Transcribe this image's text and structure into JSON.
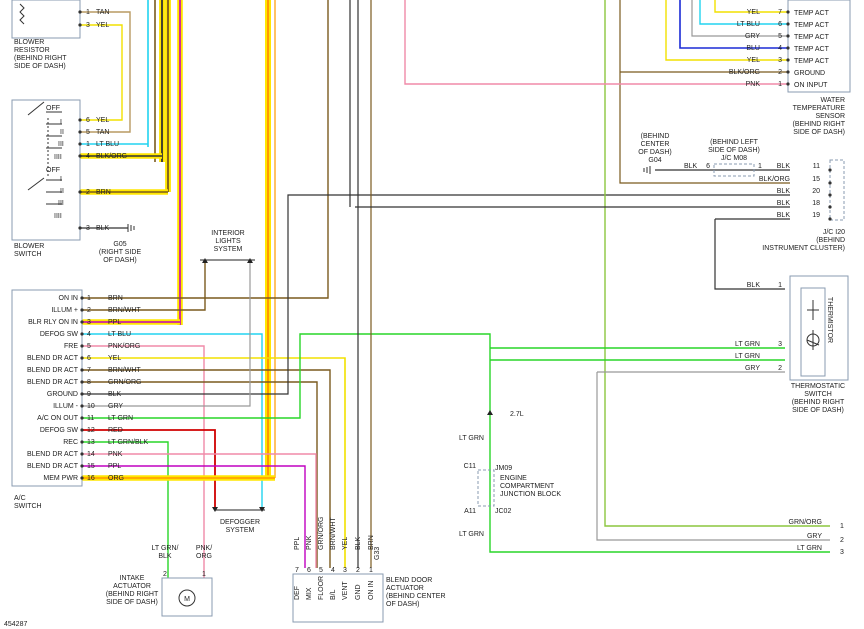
{
  "components": {
    "blower_resistor": [
      "BLOWER",
      "RESISTOR",
      "(BEHIND RIGHT",
      "SIDE OF DASH)"
    ],
    "blower_switch": [
      "BLOWER",
      "SWITCH"
    ],
    "ground_g05": [
      "G05",
      "(RIGHT SIDE",
      "OF DASH)"
    ],
    "interior_lights": [
      "INTERIOR",
      "LIGHTS",
      "SYSTEM"
    ],
    "ac_switch": [
      "A/C",
      "SWITCH"
    ],
    "defogger": [
      "DEFOGGER",
      "SYSTEM"
    ],
    "intake_actuator": [
      "INTAKE",
      "ACTUATOR",
      "(BEHIND RIGHT",
      "SIDE OF DASH)"
    ],
    "blend_door": [
      "BLEND DOOR",
      "ACTUATOR",
      "(BEHIND CENTER",
      "OF DASH)"
    ],
    "water_temp": [
      "WATER",
      "TEMPERATURE",
      "SENSOR",
      "(BEHIND RIGHT",
      "SIDE OF DASH)"
    ],
    "g04": [
      "(BEHIND",
      "CENTER",
      "OF DASH)",
      "G04"
    ],
    "jc_m08": [
      "(BEHIND LEFT",
      "SIDE OF DASH)",
      "J/C M08"
    ],
    "jc_i20": [
      "J/C I20",
      "(BEHIND",
      "INSTRUMENT CLUSTER)"
    ],
    "thermostatic": [
      "THERMOSTATIC",
      "SWITCH",
      "(BEHIND RIGHT",
      "SIDE OF DASH)"
    ],
    "thermistor": "THERMISTOR",
    "junction_block": [
      "ENGINE",
      "COMPARTMENT",
      "JUNCTION BLOCK"
    ],
    "jm09": "JM09",
    "jc02": "JC02",
    "c11": "C11",
    "a11": "A11",
    "len_27": "2.7L",
    "lt_grn_a": "LT GRN",
    "lt_grn_b": "LT GRN",
    "ref": "454287"
  },
  "blower_resistor_pins": [
    {
      "num": "1",
      "wire": "TAN"
    },
    {
      "num": "3",
      "wire": "YEL"
    }
  ],
  "blower_switch_pins": [
    {
      "num": "6",
      "wire": "YEL"
    },
    {
      "num": "5",
      "wire": "TAN"
    },
    {
      "num": "1",
      "wire": "LT BLU"
    },
    {
      "num": "4",
      "wire": "BLK/ORG"
    },
    {
      "num": "2",
      "wire": "BRN"
    },
    {
      "num": "3",
      "wire": "BLK"
    }
  ],
  "blower_switch_marks": {
    "off": "OFF",
    "i": "I",
    "ii": "II",
    "iii": "III",
    "iiii": "IIII"
  },
  "ac_pins": [
    {
      "name": "ON IN",
      "num": "1",
      "wire": "BRN"
    },
    {
      "name": "ILLUM +",
      "num": "2",
      "wire": "BRN/WHT"
    },
    {
      "name": "BLR RLY ON IN",
      "num": "3",
      "wire": "PPL"
    },
    {
      "name": "DEFOG SW",
      "num": "4",
      "wire": "LT BLU"
    },
    {
      "name": "FRE",
      "num": "5",
      "wire": "PNK/ORG"
    },
    {
      "name": "BLEND DR ACT",
      "num": "6",
      "wire": "YEL"
    },
    {
      "name": "BLEND DR ACT",
      "num": "7",
      "wire": "BRN/WHT"
    },
    {
      "name": "BLEND DR ACT",
      "num": "8",
      "wire": "GRN/ORG"
    },
    {
      "name": "GROUND",
      "num": "9",
      "wire": "BLK"
    },
    {
      "name": "ILLUM -",
      "num": "10",
      "wire": "GRY"
    },
    {
      "name": "A/C ON OUT",
      "num": "11",
      "wire": "LT GRN"
    },
    {
      "name": "DEFOG SW",
      "num": "12",
      "wire": "RED"
    },
    {
      "name": "REC",
      "num": "13",
      "wire": "LT GRN/BLK"
    },
    {
      "name": "BLEND DR ACT",
      "num": "14",
      "wire": "PNK"
    },
    {
      "name": "BLEND DR ACT",
      "num": "15",
      "wire": "PPL"
    },
    {
      "name": "MEM PWR",
      "num": "16",
      "wire": "ORG"
    }
  ],
  "intake_pins": [
    {
      "num": "2",
      "wire": "LT GRN/",
      "wire2": "BLK"
    },
    {
      "num": "1",
      "wire": "PNK/",
      "wire2": "ORG"
    }
  ],
  "blend_pins": [
    {
      "num": "7",
      "wire": "PPL",
      "name": "DEF"
    },
    {
      "num": "6",
      "wire": "PNK",
      "name": "MIX"
    },
    {
      "num": "5",
      "wire": "GRN/ORG",
      "name": "FLOOR"
    },
    {
      "num": "4",
      "wire": "BRN/WHT",
      "name": "B/L"
    },
    {
      "num": "3",
      "wire": "YEL",
      "name": "VENT"
    },
    {
      "num": "2",
      "wire": "BLK",
      "name": "GND"
    },
    {
      "num": "1",
      "wire": "BRN",
      "name": "ON IN"
    }
  ],
  "g33": "G33",
  "water_pins": [
    {
      "wire": "YEL",
      "num": "7",
      "name": "TEMP ACT"
    },
    {
      "wire": "LT BLU",
      "num": "6",
      "name": "TEMP ACT"
    },
    {
      "wire": "GRY",
      "num": "5",
      "name": "TEMP ACT"
    },
    {
      "wire": "BLU",
      "num": "4",
      "name": "TEMP ACT"
    },
    {
      "wire": "YEL",
      "num": "3",
      "name": "TEMP ACT"
    },
    {
      "wire": "BLK/ORG",
      "num": "2",
      "name": "GROUND"
    },
    {
      "wire": "PNK",
      "num": "1",
      "name": "ON INPUT"
    }
  ],
  "m08_pins": [
    {
      "num": "6",
      "wire": "BLK"
    },
    {
      "num": "1",
      "wire": ""
    }
  ],
  "i20_pins": [
    {
      "wire": "BLK",
      "num": "11"
    },
    {
      "wire": "BLK/ORG",
      "num": "15"
    },
    {
      "wire": "BLK",
      "num": "20"
    },
    {
      "wire": "BLK",
      "num": "18"
    },
    {
      "wire": "BLK",
      "num": "19"
    }
  ],
  "thermo_pins": [
    {
      "wire": "BLK",
      "num": "1"
    },
    {
      "wire": "LT GRN",
      "num": "3"
    },
    {
      "wire": "LT GRN",
      "num": ""
    },
    {
      "wire": "GRY",
      "num": "2"
    }
  ],
  "right_outputs": [
    {
      "wire": "GRN/ORG",
      "num": "1"
    },
    {
      "wire": "GRY",
      "num": "2"
    },
    {
      "wire": "LT GRN",
      "num": "3"
    }
  ],
  "colors": {
    "brn": "#7a5a1e",
    "yel": "#f2e100",
    "tan": "#b89a62",
    "ltblu": "#22d4f0",
    "blk": "#333333",
    "ppl": "#c000c0",
    "pnk": "#f08aa8",
    "grngrn": "#8cc63f",
    "ltgrn": "#29d629",
    "gry": "#999999",
    "red": "#d00000",
    "blu": "#1b2bd6",
    "org": "#ff9900",
    "hl": "#ffe600"
  }
}
